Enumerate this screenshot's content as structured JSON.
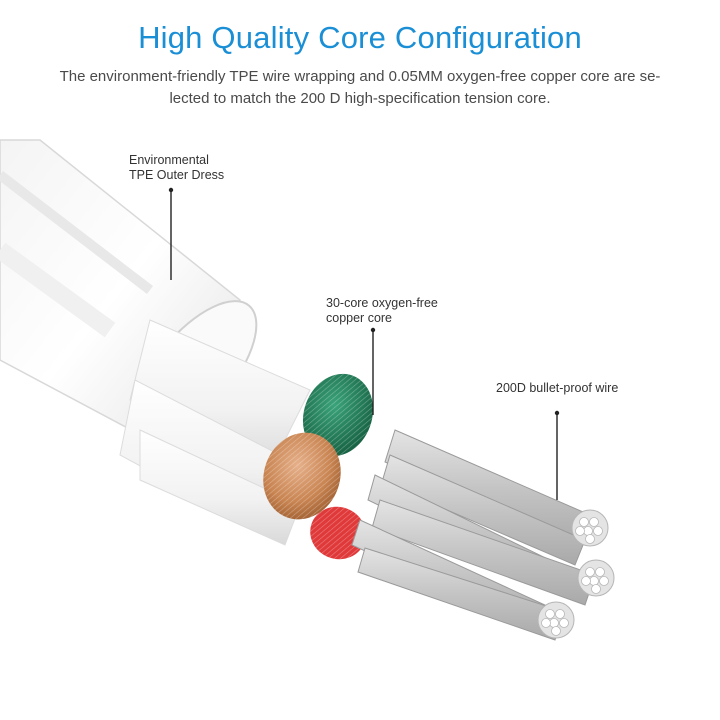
{
  "header": {
    "title": "High Quality Core Configuration",
    "description_line1": "The environment-friendly TPE wire wrapping and 0.05MM oxygen-free copper core are se-",
    "description_line2": "lected to match the 200 D high-specification tension core."
  },
  "callouts": {
    "outer_dress": {
      "line1": "Environmental",
      "line2": "TPE Outer Dress"
    },
    "copper_core": {
      "line1": "30-core oxygen-free",
      "line2": "copper core"
    },
    "bullet_wire": {
      "line1": "200D bullet-proof wire"
    }
  },
  "colors": {
    "title": "#1a8fd6",
    "green_core": "#1f7a55",
    "copper_core": "#c98552",
    "red_core": "#e0393a",
    "fiber": "#c9c9c9"
  }
}
